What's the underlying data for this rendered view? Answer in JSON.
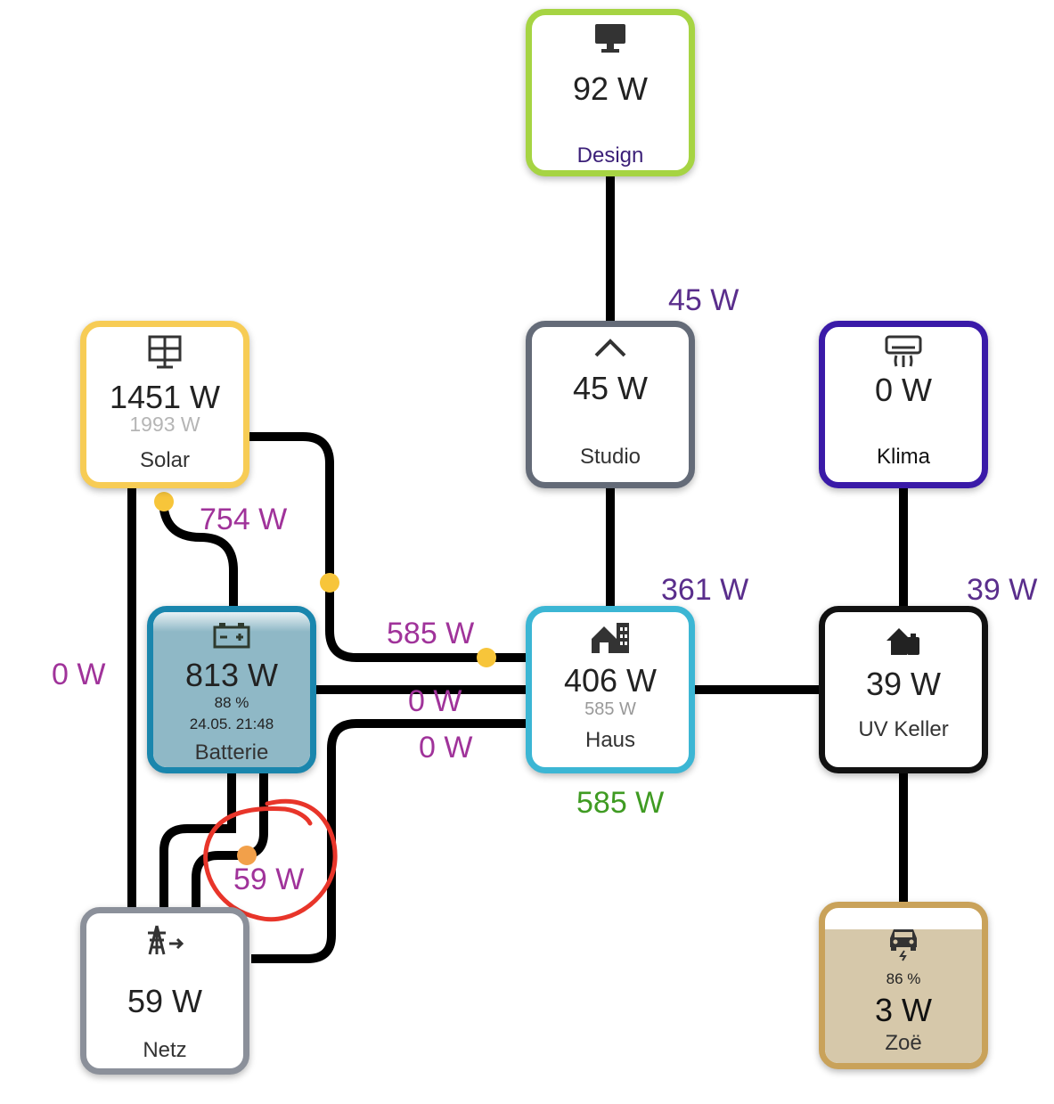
{
  "colors": {
    "design": "#a6d443",
    "solar": "#f7cc55",
    "studio": "#646b78",
    "klima": "#3a1aa8",
    "batterie": "#1a86ad",
    "haus": "#3cb6d4",
    "uv_keller": "#111111",
    "netz": "#8b909a",
    "zoe": "#c9a25a",
    "flow_purple": "#a0339a",
    "flow_violet": "#5a2e8c",
    "flow_green": "#3f9b22",
    "dot_yellow": "#f7c53a",
    "dot_orange": "#f2a04a",
    "annotation_red": "#e8352a"
  },
  "nodes": {
    "design": {
      "value": "92 W",
      "label": "Design",
      "icon": "monitor-icon"
    },
    "studio": {
      "value": "45 W",
      "label": "Studio",
      "icon": "roof-icon"
    },
    "klima": {
      "value": "0 W",
      "label": "Klima",
      "icon": "air-conditioner-icon"
    },
    "solar": {
      "value": "1451 W",
      "secondary": "1993 W",
      "label": "Solar",
      "icon": "solar-panel-icon"
    },
    "batterie": {
      "value": "813 W",
      "percent": "88 %",
      "timestamp": "24.05. 21:48",
      "label": "Batterie",
      "icon": "battery-icon",
      "fill_level": 0.88
    },
    "haus": {
      "value": "406 W",
      "secondary": "585 W",
      "label": "Haus",
      "icon": "house-icon"
    },
    "uv_keller": {
      "value": "39 W",
      "label": "UV Keller",
      "icon": "home-battery-icon"
    },
    "netz": {
      "value": "59 W",
      "label": "Netz",
      "icon": "transmission-tower-icon"
    },
    "zoe": {
      "value": "3 W",
      "percent": "86 %",
      "label": "Zoë",
      "icon": "electric-car-icon",
      "fill_level": 0.86
    }
  },
  "flows": {
    "studio_design": "45 W",
    "haus_studio": "361 W",
    "keller_klima": "39 W",
    "solar_batterie": "754 W",
    "solar_netz": "0 W",
    "solar_haus": "585 W",
    "batterie_haus": "0 W",
    "netz_haus": "0 W",
    "netz_batterie": "59 W",
    "haus_total": "585 W"
  }
}
